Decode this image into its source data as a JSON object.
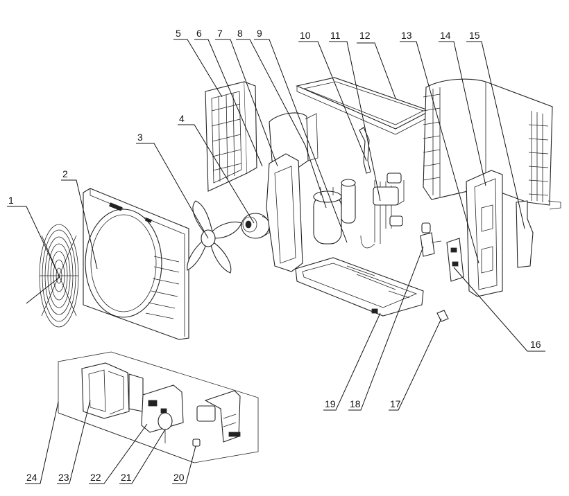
{
  "callouts": [
    {
      "id": "1",
      "text": "1"
    },
    {
      "id": "2",
      "text": "2"
    },
    {
      "id": "3",
      "text": "3"
    },
    {
      "id": "4",
      "text": "4"
    },
    {
      "id": "5",
      "text": "5"
    },
    {
      "id": "6",
      "text": "6"
    },
    {
      "id": "7",
      "text": "7"
    },
    {
      "id": "8",
      "text": "8"
    },
    {
      "id": "9",
      "text": "9"
    },
    {
      "id": "10",
      "text": "10"
    },
    {
      "id": "11",
      "text": "11"
    },
    {
      "id": "12",
      "text": "12"
    },
    {
      "id": "13",
      "text": "13"
    },
    {
      "id": "14",
      "text": "14"
    },
    {
      "id": "15",
      "text": "15"
    },
    {
      "id": "16",
      "text": "16"
    },
    {
      "id": "17",
      "text": "17"
    },
    {
      "id": "18",
      "text": "18"
    },
    {
      "id": "19",
      "text": "19"
    },
    {
      "id": "20",
      "text": "20"
    },
    {
      "id": "21",
      "text": "21"
    },
    {
      "id": "22",
      "text": "22"
    },
    {
      "id": "23",
      "text": "23"
    },
    {
      "id": "24",
      "text": "24"
    }
  ]
}
